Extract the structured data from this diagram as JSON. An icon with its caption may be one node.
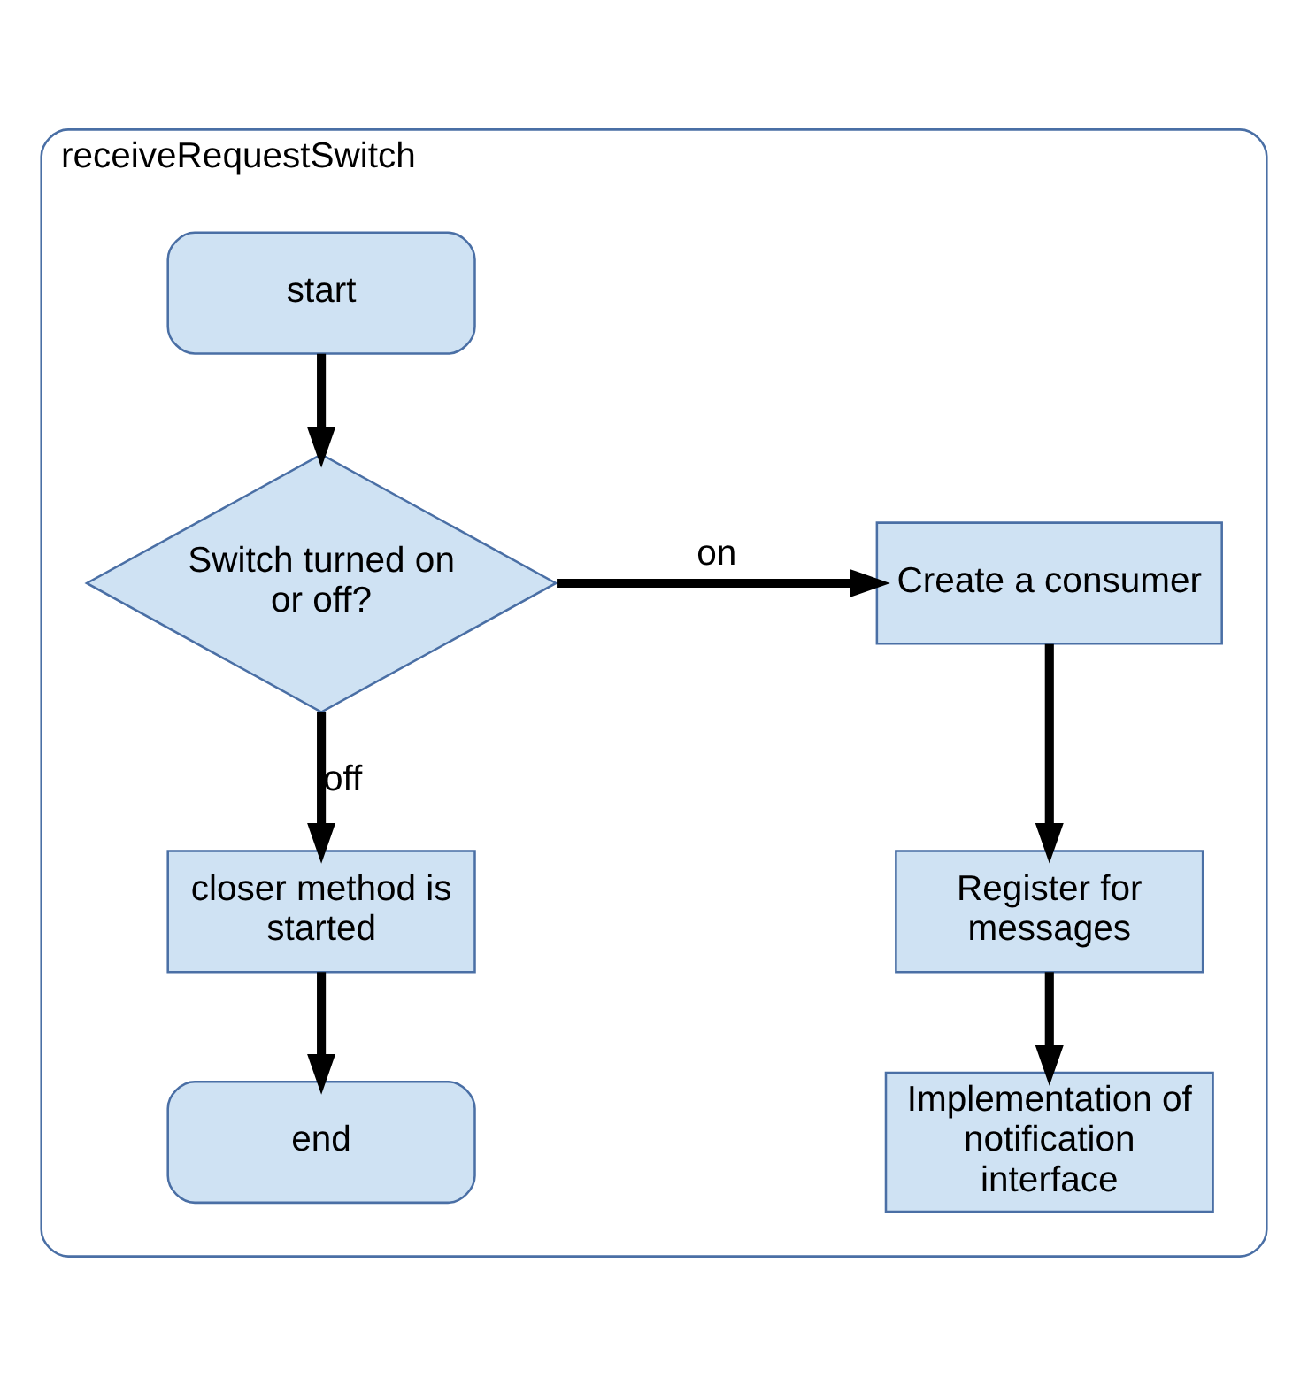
{
  "diagram": {
    "nodes": [
      {
        "text": [
          "receiveRequestSwitch"
        ]
      },
      {
        "text": [
          "start"
        ],
        "in": 0
      },
      {
        "text": [
          "Switch turned on or off?"
        ],
        "in": 0
      },
      {
        "text": [
          "Create a consumer"
        ],
        "in": 0
      },
      {
        "text": [
          "closer method is started"
        ],
        "in": 0
      },
      {
        "text": [
          "Register for messages"
        ],
        "in": 0
      },
      {
        "text": [
          "end"
        ],
        "in": 0
      },
      {
        "text": [
          "Implementation of notification interface"
        ],
        "in": 0
      }
    ],
    "edges": [
      {
        "from": 1,
        "to": 2,
        "arrow": "to"
      },
      {
        "from": 2,
        "to": 3,
        "label": "on",
        "arrow": "to"
      },
      {
        "from": 2,
        "to": 4,
        "label": "off",
        "arrow": "to"
      },
      {
        "from": 3,
        "to": 5,
        "arrow": "to"
      },
      {
        "from": 4,
        "to": 6,
        "arrow": "to"
      },
      {
        "from": 5,
        "to": 7,
        "arrow": "to"
      }
    ]
  }
}
